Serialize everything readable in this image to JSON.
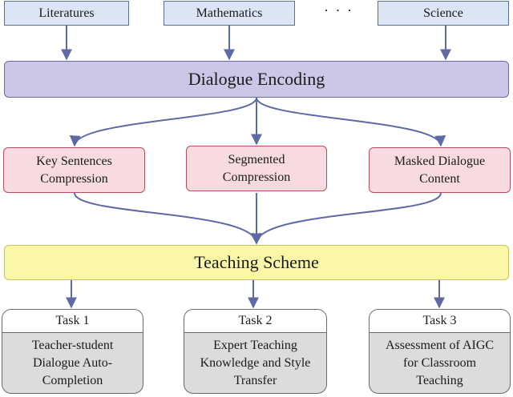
{
  "sources": {
    "literatures": "Literatures",
    "mathematics": "Mathematics",
    "ellipsis": "· · ·",
    "science": "Science"
  },
  "encoding": {
    "label": "Dialogue Encoding"
  },
  "compression": {
    "key_sentences": {
      "line1": "Key Sentences",
      "line2": "Compression"
    },
    "segmented": {
      "line1": "Segmented",
      "line2": "Compression"
    },
    "masked": {
      "line1": "Masked Dialogue",
      "line2": "Content"
    }
  },
  "scheme": {
    "label": "Teaching Scheme"
  },
  "tasks": [
    {
      "title": "Task 1",
      "lines": [
        "Teacher-student",
        "Dialogue Auto-",
        "Completion"
      ]
    },
    {
      "title": "Task 2",
      "lines": [
        "Expert Teaching",
        "Knowledge and Style",
        "Transfer"
      ]
    },
    {
      "title": "Task 3",
      "lines": [
        "Assessment of AIGC",
        "for Classroom",
        "Teaching"
      ]
    }
  ],
  "colors": {
    "arrow": "#5d6aa3",
    "source_fill": "#dbe5f4",
    "encoding_fill": "#cbc7e7",
    "compression_fill": "#f7dbe0",
    "scheme_fill": "#fbf7a8",
    "task_fill": "#dcdcdc"
  }
}
